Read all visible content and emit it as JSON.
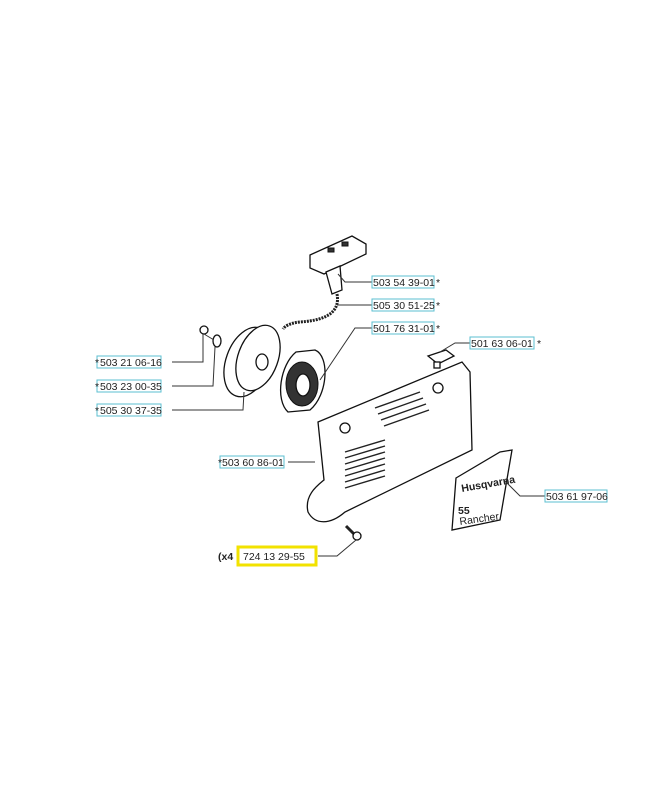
{
  "diagram": {
    "parts": [
      {
        "number": "503 54 39-01",
        "suffix": "*"
      },
      {
        "number": "505 30 51-25",
        "suffix": "*"
      },
      {
        "number": "501 76 31-01",
        "suffix": "*"
      },
      {
        "number": "501 63 06-01",
        "suffix": "*"
      },
      {
        "number": "503 21 06-16",
        "prefix": "*"
      },
      {
        "number": "503 23 00-35",
        "prefix": "*"
      },
      {
        "number": "505 30 37-35",
        "prefix": "*"
      },
      {
        "number": "503 60 86-01",
        "prefix": "*"
      },
      {
        "number": "503 61 97-06"
      },
      {
        "number": "724 13 29-55",
        "quantity": "(x4",
        "highlighted": true
      }
    ],
    "decal": {
      "brand": "Husqvarna",
      "model": "55",
      "name": "Rancher"
    },
    "colors": {
      "label_box": "#5bbfd0",
      "highlight": "#f2e200"
    }
  }
}
